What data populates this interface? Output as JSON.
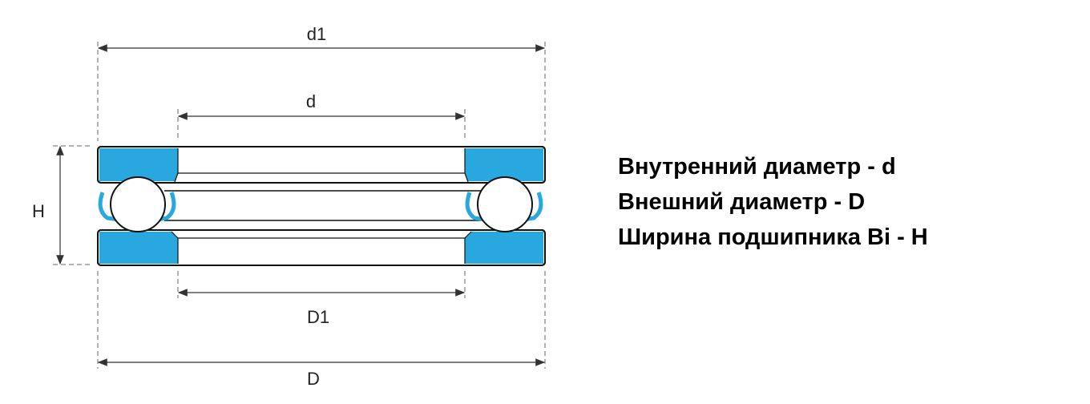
{
  "dimensions": {
    "d1": "d1",
    "d": "d",
    "H": "H",
    "D1": "D1",
    "D": "D"
  },
  "legend": [
    "Внутренний диаметр - d",
    "Внешний диаметр - D",
    "Ширина подшипника Bi - H"
  ],
  "colors": {
    "ring_fill": "#29a8e0",
    "outline": "#111111",
    "dim_line": "#333333"
  }
}
